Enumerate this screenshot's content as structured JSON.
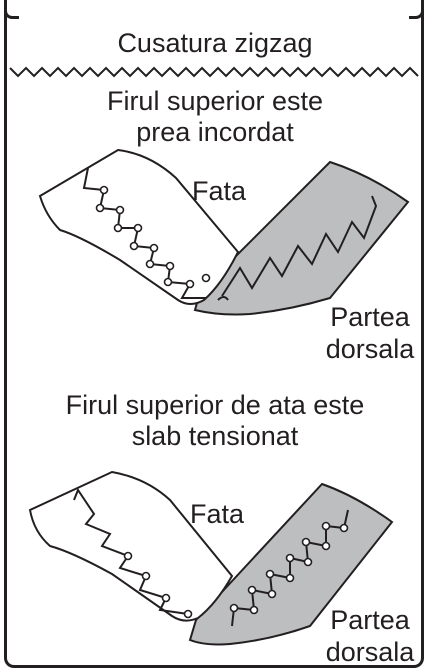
{
  "header": {
    "title": "Cusatura zigzag"
  },
  "panel_top": {
    "caption_line1": "Firul superior este",
    "caption_line2": "prea incordat",
    "front_label": "Fata",
    "back_label_line1": "Partea",
    "back_label_line2": "dorsala"
  },
  "panel_bottom": {
    "caption_line1": "Firul superior de ata este",
    "caption_line2": "slab tensionat",
    "front_label": "Fata",
    "back_label_line1": "Partea",
    "back_label_line2": "dorsala"
  },
  "colors": {
    "line": "#231f20",
    "fabric_front": "#ffffff",
    "fabric_back": "#bcbec0"
  }
}
